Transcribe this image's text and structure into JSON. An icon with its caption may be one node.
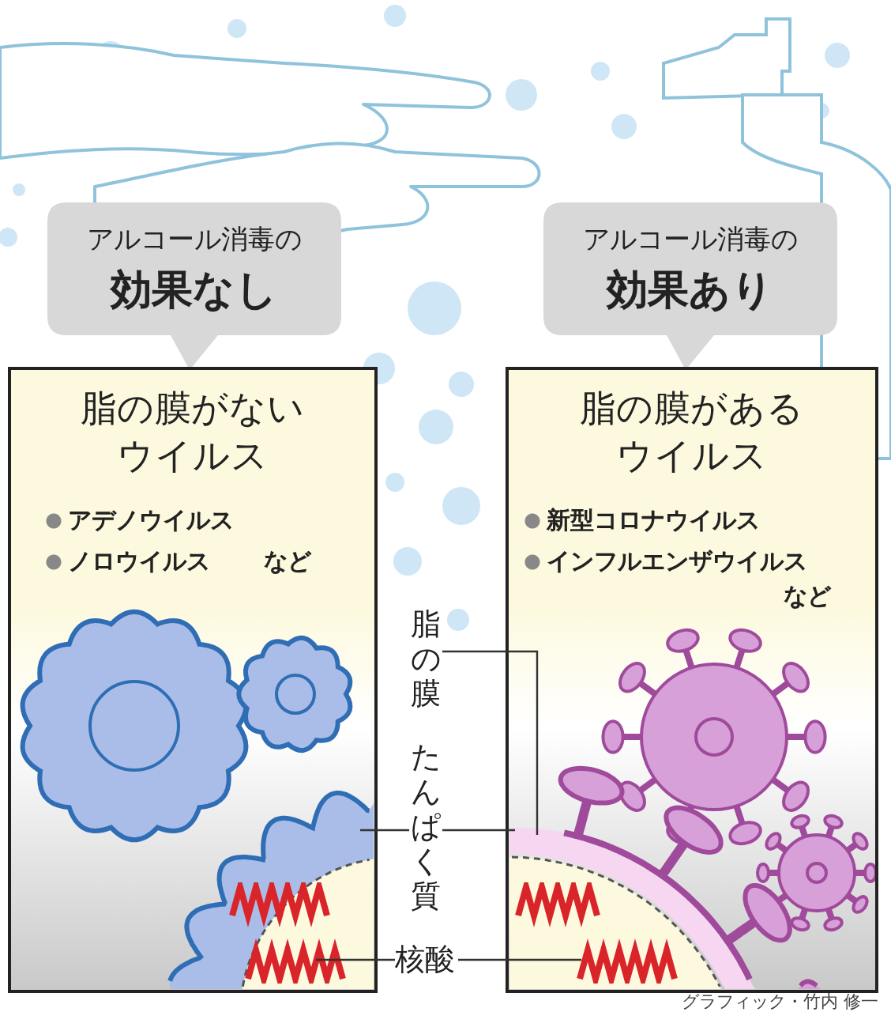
{
  "diagram": {
    "nodes": [
      {
        "text": [
          "アルコール消毒の",
          "効果なし"
        ]
      },
      {
        "text": [
          "アルコール消毒の",
          "効果あり"
        ]
      },
      {
        "text": [
          "脂の膜がないウイルス",
          "アデノウイルス",
          "ノロウイルス",
          "など"
        ]
      },
      {
        "text": [
          "脂の膜があるウイルス",
          "新型コロナウイルス",
          "インフルエンザウイルス",
          "など"
        ]
      },
      {
        "text": [
          "脂の膜"
        ]
      },
      {
        "text": [
          "たんぱく質"
        ]
      },
      {
        "text": [
          "核酸"
        ]
      },
      {
        "text": [],
        "shape": "picture",
        "in": 2
      },
      {
        "text": [],
        "shape": "picture",
        "in": 7
      },
      {
        "text": [],
        "shape": "picture",
        "in": 10
      },
      {
        "text": [],
        "shape": "picture",
        "in": 3
      },
      {
        "text": [],
        "shape": "picture",
        "in": 10
      }
    ],
    "edges": [
      {
        "from": 4,
        "to": 9,
        "arrow": "none"
      },
      {
        "from": 5,
        "to": 7,
        "arrow": "none"
      },
      {
        "from": 5,
        "to": 10,
        "arrow": "none"
      },
      {
        "from": 6,
        "to": 8,
        "arrow": "none"
      },
      {
        "from": 6,
        "to": 11,
        "arrow": "none"
      }
    ],
    "labels": [
      "グラフィック・竹内 修一"
    ]
  }
}
